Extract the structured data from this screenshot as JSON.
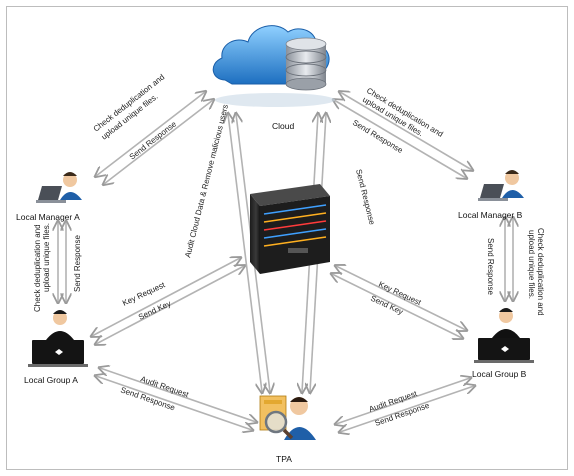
{
  "nodes": {
    "cloud": {
      "label": "Cloud",
      "icon": "cloud-database-icon"
    },
    "server": {
      "label": "",
      "icon": "server-icon"
    },
    "manager_a": {
      "label": "Local Manager A",
      "icon": "user-laptop-icon"
    },
    "manager_b": {
      "label": "Local Manager B",
      "icon": "user-laptop-icon"
    },
    "group_a": {
      "label": "Local Group A",
      "icon": "user-group-laptop-icon"
    },
    "group_b": {
      "label": "Local Group B",
      "icon": "user-group-laptop-icon"
    },
    "tpa": {
      "label": "TPA",
      "icon": "auditor-magnifier-icon"
    }
  },
  "edges": {
    "cloud_manager_a": {
      "label1": "Check deduplication and",
      "label2": "upload unique files.",
      "label3": "Send Response"
    },
    "cloud_manager_b": {
      "label1": "Check deduplication and",
      "label2": "upload unique files.",
      "label3": "Send Response"
    },
    "manager_a_group_a": {
      "label1": "Check deduplication and",
      "label2": "upload unique files.",
      "label3": "Send Response"
    },
    "manager_b_group_b": {
      "label1": "Check deduplication and",
      "label2": "upload unique files.",
      "label3": "Send Response"
    },
    "server_group_a": {
      "label1": "Key Request",
      "label2": "Send Key"
    },
    "server_group_b": {
      "label1": "Key Request",
      "label2": "Send Key"
    },
    "tpa_group_a": {
      "label1": "Audit Request",
      "label2": "Send Response"
    },
    "tpa_group_b": {
      "label1": "Audit Request",
      "label2": "Send Response"
    },
    "cloud_tpa_left": {
      "label1": "Audit Cloud Data & Remove malicious users"
    },
    "cloud_tpa_right": {
      "label1": "Send Response"
    }
  },
  "colors": {
    "arrow": "#b3b3b3",
    "cloud_blue": "#2f8fd6",
    "server_dark": "#2b2b2b",
    "user_blue": "#1f5fa8"
  }
}
